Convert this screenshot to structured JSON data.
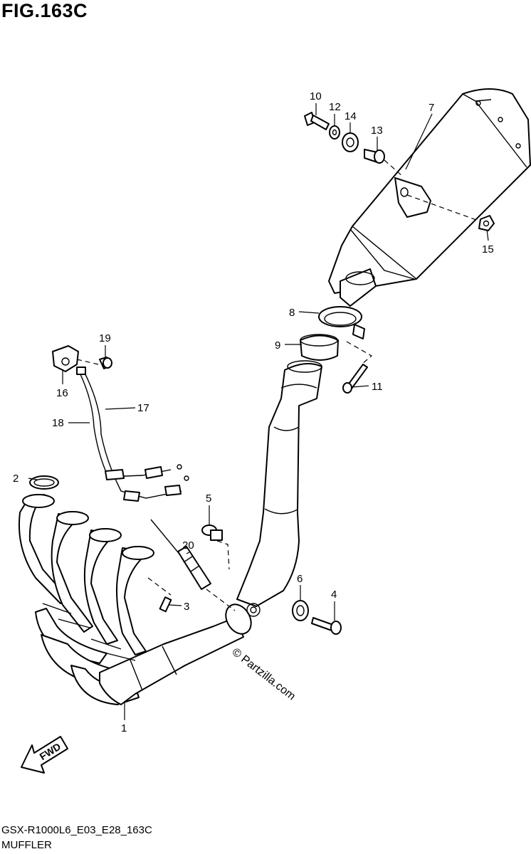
{
  "figure": {
    "title": "FIG.163C",
    "model_code": "GSX-R1000L6_E03_E28_163C",
    "section_name": "MUFFLER",
    "watermark": "© Partzilla.com",
    "direction_label": "FWD"
  },
  "callouts": [
    "1",
    "2",
    "3",
    "4",
    "5",
    "6",
    "7",
    "8",
    "9",
    "10",
    "11",
    "12",
    "13",
    "14",
    "15",
    "16",
    "17",
    "18",
    "19",
    "20"
  ],
  "colors": {
    "line": "#000000",
    "background": "#ffffff",
    "watermark": "#000000"
  }
}
